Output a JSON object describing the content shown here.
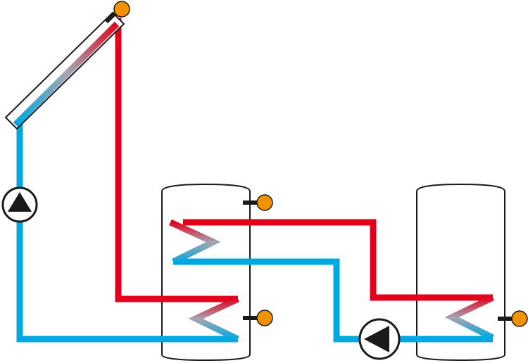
{
  "diagram": {
    "type": "solar-thermal-system-schematic",
    "colors": {
      "hot_pipe": "#e2001a",
      "cold_pipe": "#00a8e1",
      "sensor": "#f39200",
      "outline": "#1a1a1a",
      "background": "#ffffff"
    },
    "components": [
      {
        "id": "solar-collector",
        "icon": "solar-panel-icon"
      },
      {
        "id": "collector-sensor",
        "icon": "temperature-sensor-icon"
      },
      {
        "id": "solar-circuit-pump",
        "icon": "pump-icon"
      },
      {
        "id": "storage-tank-1",
        "icon": "tank-icon"
      },
      {
        "id": "tank-1-upper-sensor",
        "icon": "temperature-sensor-icon"
      },
      {
        "id": "tank-1-lower-sensor",
        "icon": "temperature-sensor-icon"
      },
      {
        "id": "transfer-pump",
        "icon": "pump-icon"
      },
      {
        "id": "storage-tank-2",
        "icon": "tank-icon"
      },
      {
        "id": "tank-2-sensor",
        "icon": "temperature-sensor-icon"
      }
    ],
    "texts": []
  }
}
